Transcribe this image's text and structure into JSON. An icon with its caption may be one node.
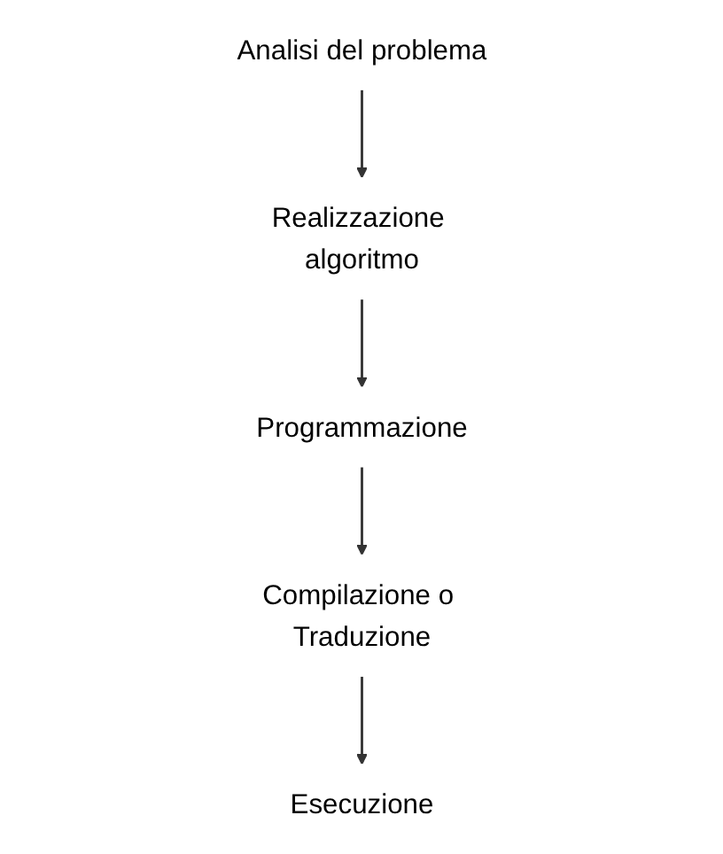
{
  "diagram": {
    "nodes": [
      {
        "text": [
          "Analisi del problema"
        ]
      },
      {
        "text": [
          "Realizzazione algoritmo"
        ]
      },
      {
        "text": [
          "Programmazione"
        ]
      },
      {
        "text": [
          "Compilazione o Traduzione"
        ]
      },
      {
        "text": [
          "Esecuzione"
        ]
      }
    ],
    "edges": [
      {
        "from": 0,
        "to": 1,
        "arrow": "to"
      },
      {
        "from": 1,
        "to": 2,
        "arrow": "to"
      },
      {
        "from": 2,
        "to": 3,
        "arrow": "to"
      },
      {
        "from": 3,
        "to": 4,
        "arrow": "to"
      }
    ]
  }
}
